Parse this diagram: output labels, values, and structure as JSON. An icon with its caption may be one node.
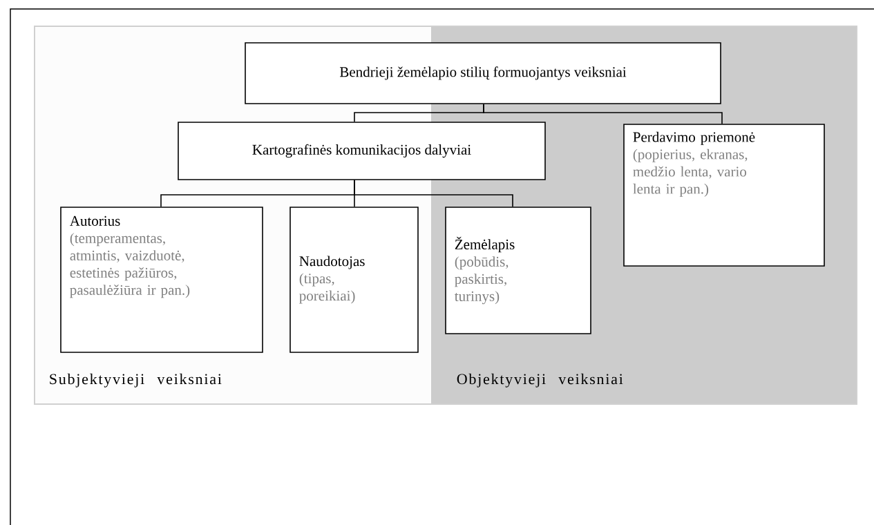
{
  "diagram": {
    "nodes": [
      {
        "text": [
          "Bendrieji žemėlapio stilių formuojantys veiksniai"
        ]
      },
      {
        "text": [
          "Kartografinės komunikacijos dalyviai"
        ]
      },
      {
        "text": [
          "Perdavimo priemonė",
          "(popierius, ekranas, medžio lenta, vario lenta ir pan.)"
        ]
      },
      {
        "text": [
          "Autorius",
          "(temperamentas, atmintis, vaizduotė, estetinės pažiūros, pasaulėžiūra ir pan.)"
        ]
      },
      {
        "text": [
          "Naudotojas",
          "(tipas, poreikiai)"
        ]
      },
      {
        "text": [
          "Žemėlapis",
          "(pobūdis, paskirtis, turinys)"
        ]
      }
    ],
    "edges": [
      {
        "from": 0,
        "to": 1,
        "arrow": "none"
      },
      {
        "from": 0,
        "to": 2,
        "arrow": "none"
      },
      {
        "from": 1,
        "to": 3,
        "arrow": "none"
      },
      {
        "from": 1,
        "to": 4,
        "arrow": "none"
      },
      {
        "from": 1,
        "to": 5,
        "arrow": "none"
      }
    ],
    "labels": [
      "Subjektyvieji veiksniai",
      "Objektyvieji veiksniai"
    ]
  }
}
